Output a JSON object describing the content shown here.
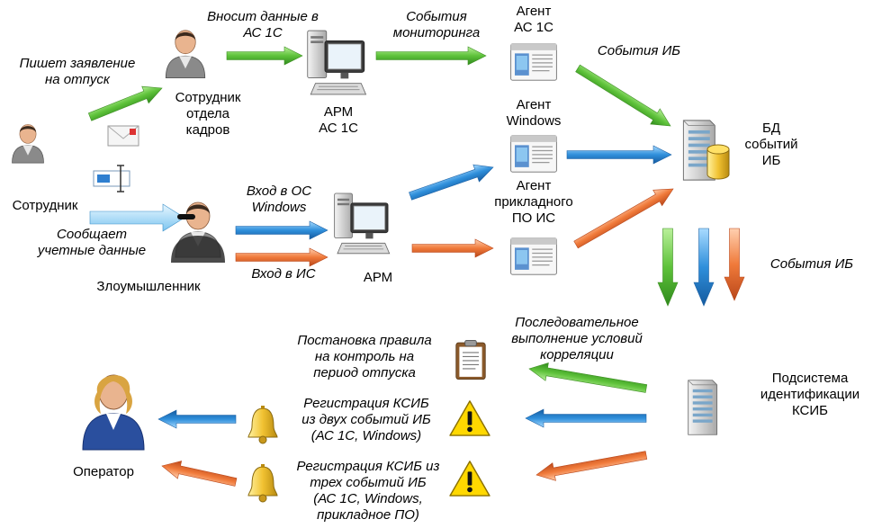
{
  "colors": {
    "green": "#5ec23a",
    "blue": "#2f8fdb",
    "orange": "#f07a3a",
    "light_blue": "#8fd0f5"
  },
  "nodes": {
    "employee": {
      "label": "Сотрудник",
      "icon": "user-icon"
    },
    "hr_employee": {
      "label": "Сотрудник\nотдела\nкадров",
      "icon": "user-icon"
    },
    "arm_1c": {
      "label": "АРМ\nАС 1С",
      "icon": "workstation-icon"
    },
    "agent_1c": {
      "label": "Агент\nАС 1С",
      "icon": "agent-window-icon"
    },
    "agent_windows": {
      "label": "Агент\nWindows",
      "icon": "agent-window-icon"
    },
    "agent_app": {
      "label": "Агент\nприкладного\nПО ИС",
      "icon": "agent-window-icon"
    },
    "db_events": {
      "label": "БД\nсобытий\nИБ",
      "icon": "database-server-icon"
    },
    "attacker": {
      "label": "Злоумышленник",
      "icon": "attacker-icon"
    },
    "arm": {
      "label": "АРМ",
      "icon": "workstation-icon"
    },
    "subsystem": {
      "label": "Подсистема\nидентификации\nКСИБ",
      "icon": "server-icon"
    },
    "operator": {
      "label": "Оператор",
      "icon": "operator-icon"
    }
  },
  "arrows": {
    "writes_leave": "Пишет заявление\nна отпуск",
    "enters_data": "Вносит данные в\nАС 1С",
    "monitoring_events": "События\nмониторинга",
    "ib_events_top": "События ИБ",
    "reports_credentials": "Сообщает\nучетные данные",
    "login_windows": "Вход в ОС\nWindows",
    "login_is": "Вход в ИС",
    "ib_events_right": "События ИБ"
  },
  "actions": {
    "rule_setup": "Постановка правила\nна контроль на\nпериод отпуска",
    "sequential": "Последовательное\nвыполнение условий\nкорреляции",
    "reg_two": "Регистрация КСИБ\nиз двух событий ИБ\n(АС 1С, Windows)",
    "reg_three": "Регистрация КСИБ из\nтрех событий ИБ\n(АС 1С, Windows,\nприкладное ПО)"
  }
}
